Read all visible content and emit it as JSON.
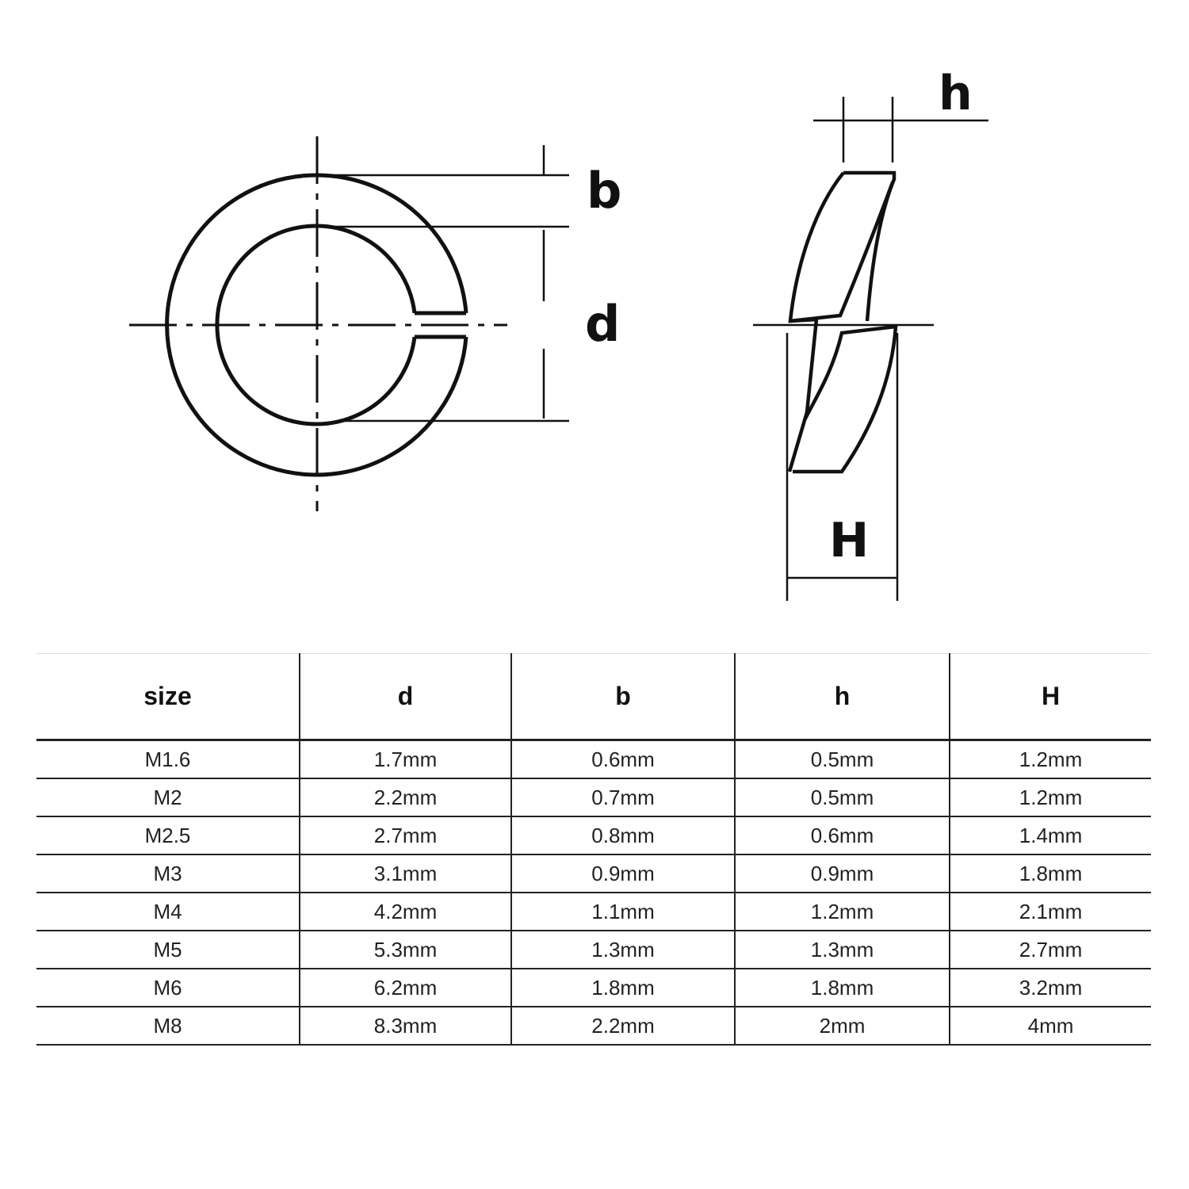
{
  "drawing": {
    "front_view_labels": {
      "b": "b",
      "d": "d"
    },
    "side_view_labels": {
      "h": "h",
      "H": "H"
    }
  },
  "table": {
    "headers": [
      "size",
      "d",
      "b",
      "h",
      "H"
    ],
    "rows": [
      [
        "M1.6",
        "1.7mm",
        "0.6mm",
        "0.5mm",
        "1.2mm"
      ],
      [
        "M2",
        "2.2mm",
        "0.7mm",
        "0.5mm",
        "1.2mm"
      ],
      [
        "M2.5",
        "2.7mm",
        "0.8mm",
        "0.6mm",
        "1.4mm"
      ],
      [
        "M3",
        "3.1mm",
        "0.9mm",
        "0.9mm",
        "1.8mm"
      ],
      [
        "M4",
        "4.2mm",
        "1.1mm",
        "1.2mm",
        "2.1mm"
      ],
      [
        "M5",
        "5.3mm",
        "1.3mm",
        "1.3mm",
        "2.7mm"
      ],
      [
        "M6",
        "6.2mm",
        "1.8mm",
        "1.8mm",
        "3.2mm"
      ],
      [
        "M8",
        "8.3mm",
        "2.2mm",
        "2mm",
        "4mm"
      ]
    ]
  }
}
